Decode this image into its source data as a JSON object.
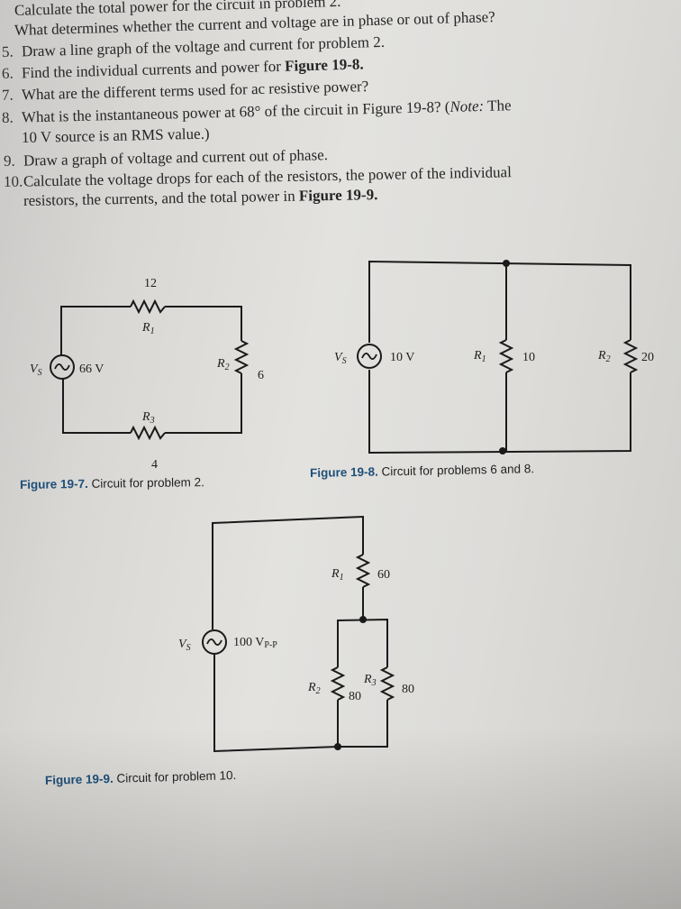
{
  "questions": [
    {
      "num": "",
      "text": "Calculate the total power for the circuit in problem 2."
    },
    {
      "num": "",
      "text": "What determines whether the current and voltage are in phase or out of phase?"
    },
    {
      "num": "5.",
      "text": "Draw a line graph of the voltage and current for problem 2."
    },
    {
      "num": "6.",
      "text_before": "Find the individual currents and power for ",
      "bold": "Figure 19-8."
    },
    {
      "num": "7.",
      "text": "What are the different terms used for ac resistive power?"
    },
    {
      "num": "8.",
      "text_before": "What is the instantaneous power at 68° of the circuit in Figure 19-8? (",
      "italic": "Note:",
      "text_after": " The",
      "line2": "10 V source is an RMS value.)"
    },
    {
      "num": "9.",
      "text": "Draw a graph of voltage and current out of phase."
    },
    {
      "num": "10.",
      "text": "Calculate the voltage drops for each of the resistors, the power of the individual",
      "line2_before": "resistors, the currents, and the total power in ",
      "line2_bold": "Figure 19-9."
    }
  ],
  "fig7": {
    "source_label": "V",
    "source_sub": "S",
    "source_value": "66 V",
    "r1": {
      "label": "R",
      "sub": "1",
      "value": "12"
    },
    "r2": {
      "label": "R",
      "sub": "2",
      "value": "6"
    },
    "r3": {
      "label": "R",
      "sub": "3",
      "value": "4"
    },
    "caption_fig": "Figure 19-7.",
    "caption_text": "Circuit for problem 2."
  },
  "fig8": {
    "source_label": "V",
    "source_sub": "S",
    "source_value": "10 V",
    "r1": {
      "label": "R",
      "sub": "1",
      "value": "10"
    },
    "r2": {
      "label": "R",
      "sub": "2",
      "value": "20"
    },
    "caption_fig": "Figure 19-8.",
    "caption_text": "Circuit for problems 6 and 8."
  },
  "fig9": {
    "source_label": "V",
    "source_sub": "S",
    "source_value": "100 V",
    "source_value_sub": "P-P",
    "r1": {
      "label": "R",
      "sub": "1",
      "value": "60"
    },
    "r2": {
      "label": "R",
      "sub": "2",
      "value": "80"
    },
    "r3": {
      "label": "R",
      "sub": "3",
      "value": "80"
    },
    "caption_fig": "Figure 19-9.",
    "caption_text": "Circuit for problem 10."
  }
}
